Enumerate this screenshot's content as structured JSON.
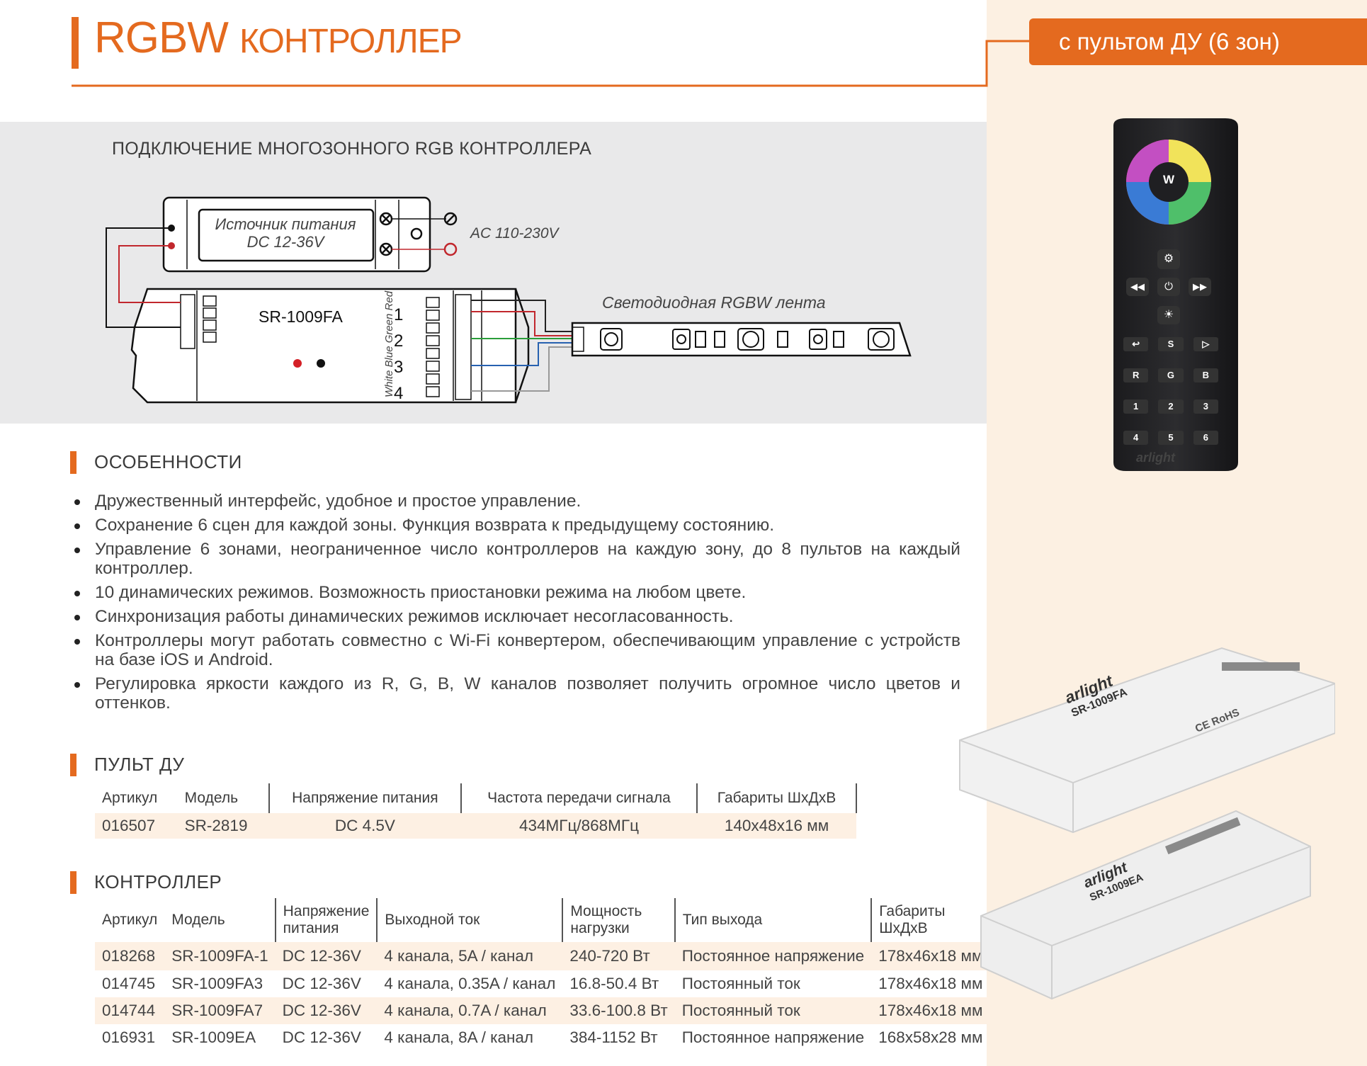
{
  "title": {
    "main": "RGBW",
    "rest": "Контроллер"
  },
  "badge": {
    "text": "с пультом ДУ (6 зон)"
  },
  "diagram": {
    "heading": "ПОДКЛЮЧЕНИЕ МНОГОЗОННОГО RGB КОНТРОЛЛЕРА",
    "psu_line1": "Источник питания",
    "psu_line2": "DC 12-36V",
    "ac_label": "AC 110-230V",
    "strip_label": "Светодиодная RGBW лента",
    "controller_label": "SR-1009FA",
    "channel_labels": "White Blue Green Red",
    "zones": [
      "1",
      "2",
      "3",
      "4"
    ]
  },
  "features": {
    "title": "ОСОБЕННОСТИ",
    "items": [
      "Дружественный интерфейс, удобное и простое управление.",
      "Сохранение 6 сцен для каждой зоны. Функция возврата к предыдущему состоянию.",
      "Управление 6 зонами, неограниченное число контроллеров на каждую зону, до 8 пультов на каждый контроллер.",
      "10 динамических режимов. Возможность приостановки режима на любом цвете.",
      "Синхронизация работы динамических режимов исключает несогласованность.",
      "Контроллеры могут работать совместно с Wi-Fi конвертером, обеспечивающим управление с устройств на базе iOS и Android.",
      "Регулировка яркости каждого из R, G, B, W каналов позволяет получить огромное число цветов и оттенков."
    ]
  },
  "remote_section": {
    "title": "ПУЛЬТ ДУ",
    "headers": [
      "Артикул",
      "Модель",
      "Напряжение питания",
      "Частота передачи сигнала",
      "Габариты ШхДхВ"
    ],
    "rows": [
      [
        "016507",
        "SR-2819",
        "DC 4.5V",
        "434МГц/868МГц",
        "140x48x16 мм"
      ]
    ]
  },
  "controller_section": {
    "title": "КОНТРОЛЛЕР",
    "headers": [
      "Артикул",
      "Модель",
      "Напряжение питания",
      "Выходной ток",
      "Мощность нагрузки",
      "Тип выхода",
      "Габариты ШхДхВ"
    ],
    "rows": [
      [
        "018268",
        "SR-1009FA-1",
        "DC 12-36V",
        "4 канала, 5A / канал",
        "240-720 Вт",
        "Постоянное напряжение",
        "178x46x18 мм"
      ],
      [
        "014745",
        "SR-1009FA3",
        "DC 12-36V",
        "4 канала, 0.35A / канал",
        "16.8-50.4 Вт",
        "Постоянный ток",
        "178x46x18 мм"
      ],
      [
        "014744",
        "SR-1009FA7",
        "DC 12-36V",
        "4 канала, 0.7A / канал",
        "33.6-100.8 Вт",
        "Постоянный ток",
        "178x46x18 мм"
      ],
      [
        "016931",
        "SR-1009EA",
        "DC 12-36V",
        "4 канала, 8A / канал",
        "384-1152 Вт",
        "Постоянное напряжение",
        "168x58x28 мм"
      ]
    ]
  },
  "remote_image": {
    "center_key": "W",
    "keys_row1": [
      "S"
    ],
    "keys_rgb": [
      "R",
      "G",
      "B"
    ],
    "keys_num1": [
      "1",
      "2",
      "3"
    ],
    "keys_num2": [
      "4",
      "5",
      "6"
    ],
    "brand": "arlight"
  },
  "device_images": {
    "brand": "arlight",
    "model_top": "SR-1009FA",
    "model_bottom": "SR-1009EA",
    "cert": "CE RoHS"
  },
  "colors": {
    "accent": "#e46a1f",
    "panel": "#fcf0e2",
    "diagram_bg": "#e9e9ea",
    "row_tint": "#fdf0e3"
  }
}
